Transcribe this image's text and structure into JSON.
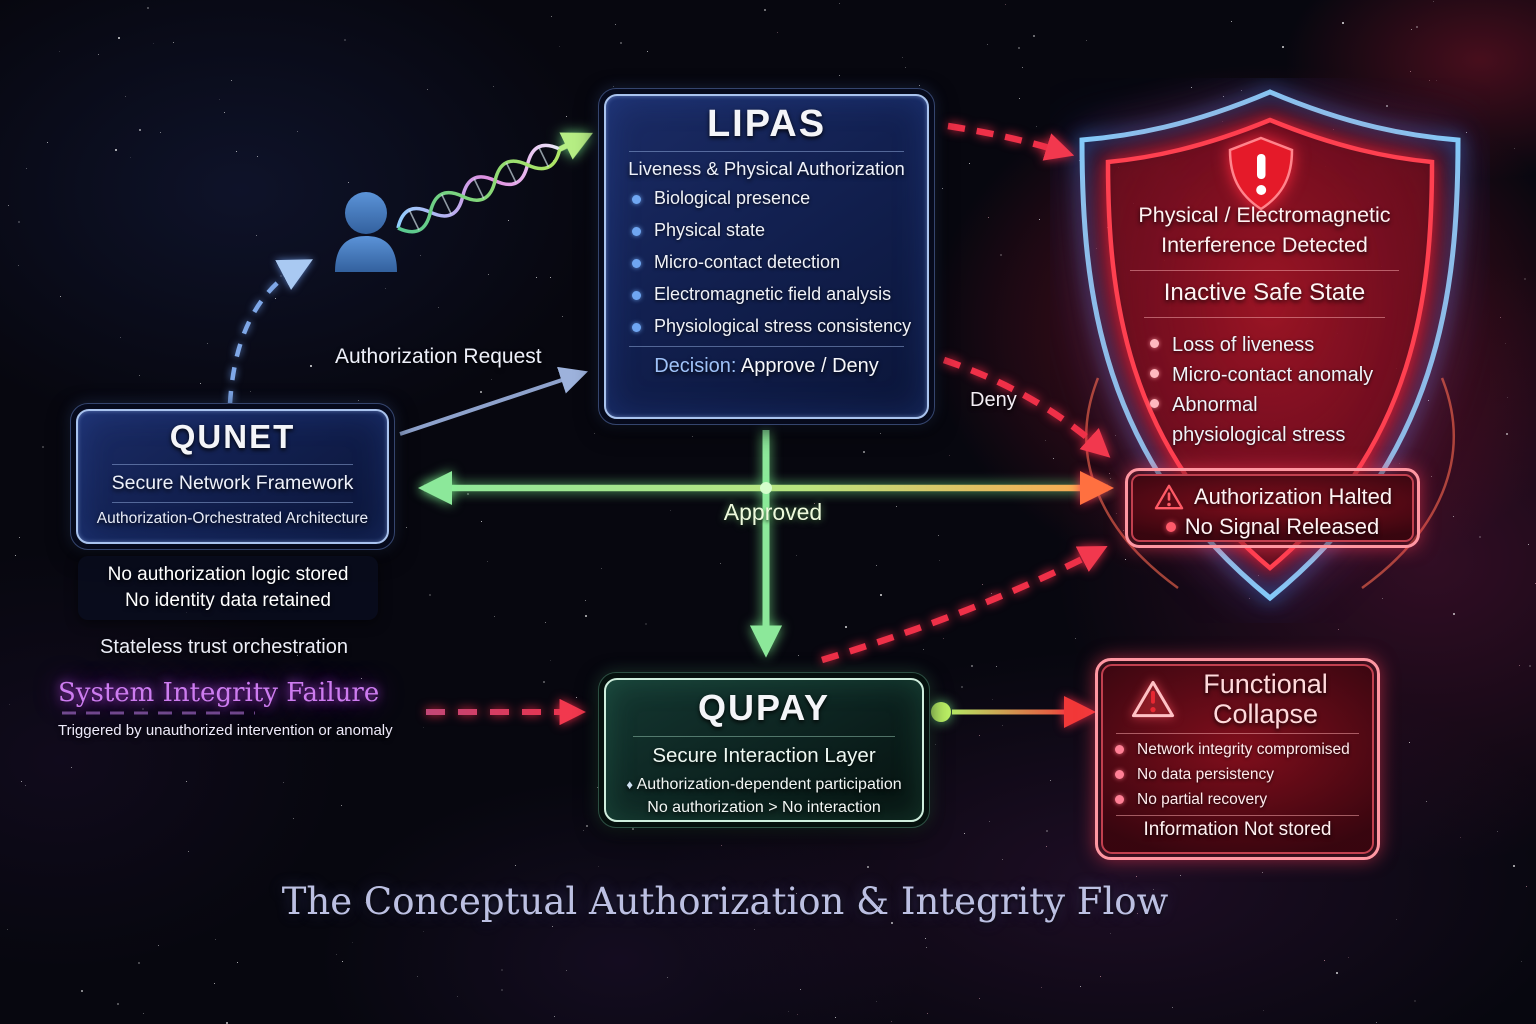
{
  "page_title": "The Conceptual Authorization & Integrity Flow",
  "lipas": {
    "title": "LIPAS",
    "subtitle": "Liveness & Physical Authorization",
    "items": [
      "Biological presence",
      "Physical state",
      "Micro-contact detection",
      "Electromagnetic field analysis",
      "Physiological stress consistency"
    ],
    "decision_label": "Decision:",
    "decision_value": "Approve / Deny"
  },
  "qunet": {
    "title": "QUNET",
    "subtitle": "Secure Network Framework",
    "tagline": "Authorization-Orchestrated Architecture",
    "note_line1": "No authorization logic stored",
    "note_line2": "No identity data retained",
    "caption": "Stateless trust orchestration"
  },
  "qupay": {
    "title": "QUPAY",
    "subtitle": "Secure Interaction Layer",
    "bullet_icon": "♦",
    "participation": "Authorization-dependent participation",
    "rule": "No authorization  >  No interaction"
  },
  "shield": {
    "alert_line1": "Physical / Electromagnetic",
    "alert_line2": "Interference Detected",
    "state": "Inactive Safe State",
    "items": [
      "Loss of liveness",
      "Micro-contact anomaly",
      "Abnormal physiological stress"
    ]
  },
  "halted": {
    "title": "Authorization Halted",
    "detail": "No Signal Released"
  },
  "collapse": {
    "title": "Functional Collapse",
    "items": [
      "Network integrity compromised",
      "No data persistency",
      "No partial recovery"
    ],
    "footer": "Information Not stored"
  },
  "failure": {
    "title": "System Integrity Failure",
    "subtitle": "Triggered by unauthorized intervention or anomaly"
  },
  "labels": {
    "authorization_request": "Authorization Request",
    "approved": "Approved",
    "deny": "Deny"
  },
  "icons": {
    "shield_alert": "warning-shield",
    "warning_triangle": "warning-triangle",
    "user": "user-silhouette",
    "dna": "dna-helix"
  },
  "colors": {
    "panel_blue_border": "#a9c3ee",
    "panel_green_border": "#cfeedd",
    "alert_border": "#ff97a2",
    "arrow_green": "#8ce89a",
    "arrow_red": "#ef3048",
    "arrow_blue_dashed": "#7fa8e8",
    "failure_purple": "#c87ae8"
  }
}
